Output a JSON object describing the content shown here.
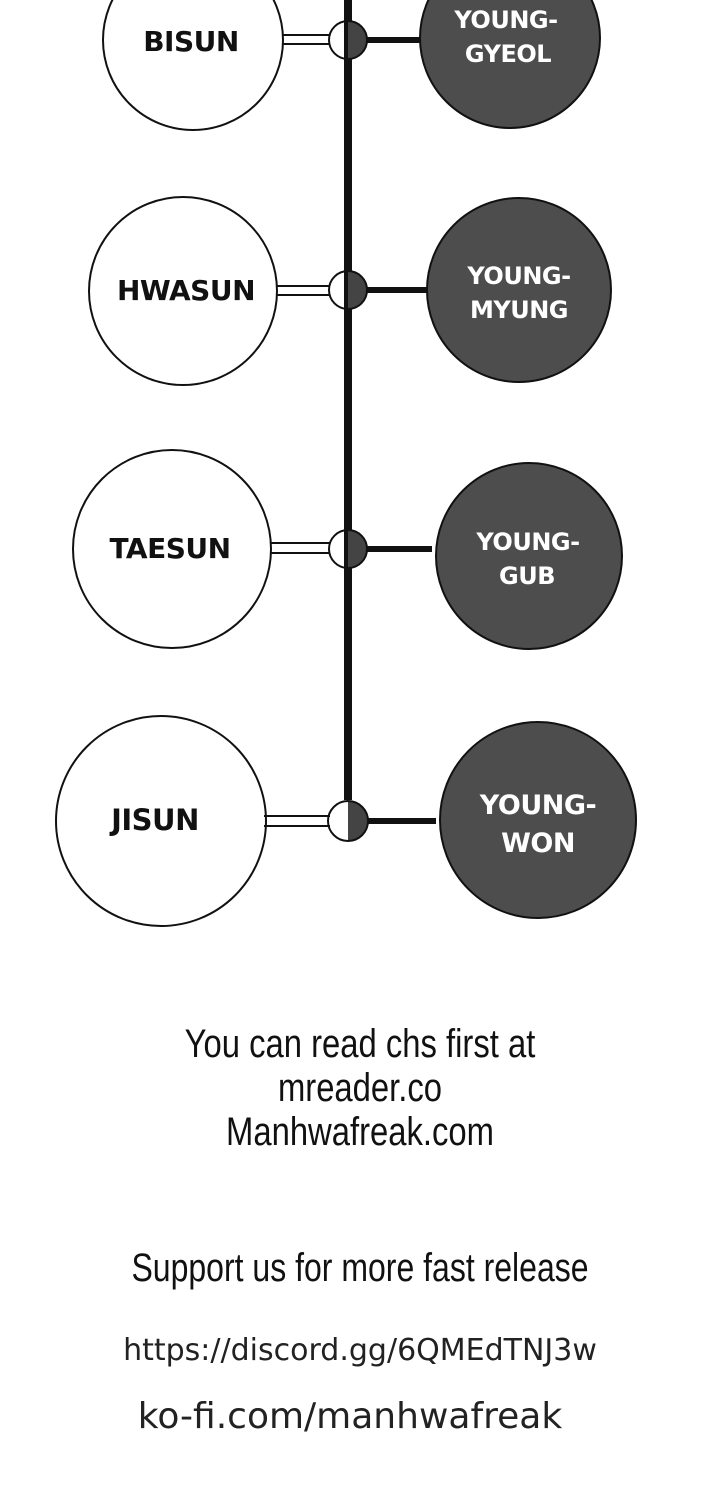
{
  "diagram": {
    "pairs": [
      {
        "left": "BISUN",
        "right": [
          "YOUNG-",
          "GYEOL"
        ]
      },
      {
        "left": "HWASUN",
        "right": [
          "YOUNG-",
          "MYUNG"
        ]
      },
      {
        "left": "TAESUN",
        "right": [
          "YOUNG-",
          "GUB"
        ]
      },
      {
        "left": "JISUN",
        "right": [
          "YOUNG-",
          "WON"
        ]
      }
    ],
    "colors": {
      "dark_node": "#4d4d4d",
      "light_node": "#ffffff",
      "line": "#111111"
    }
  },
  "credits": {
    "read_line": "You can read chs first at",
    "site_1": "mreader.co",
    "site_2": "Manhwafreak.com",
    "support": "Support us for more fast release",
    "discord": "https://discord.gg/6QMEdTNJ3w",
    "kofi": "ko-fi.com/manhwafreak"
  }
}
